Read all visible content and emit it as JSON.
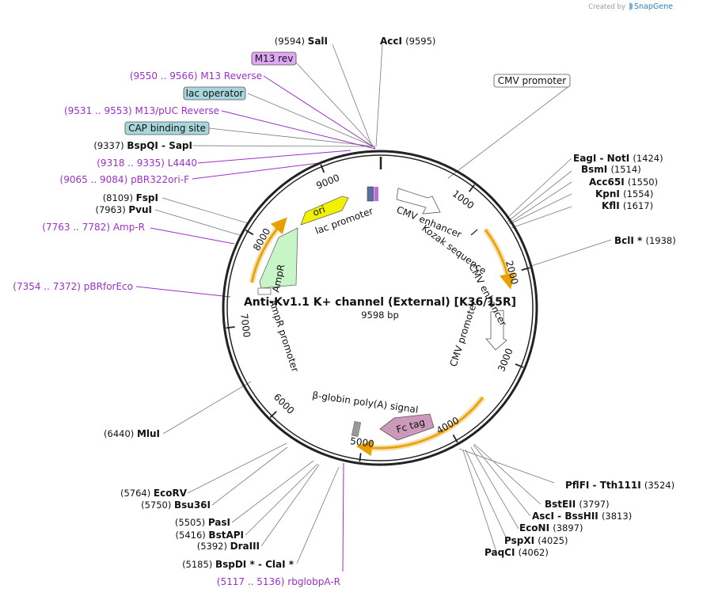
{
  "credit": {
    "prefix": "Created by",
    "brand": "SnapGene"
  },
  "plasmid": {
    "name": "Anti-Kv1.1 K+ channel (External) [K36/15R]",
    "length_label": "9598 bp"
  },
  "ticks": [
    "1000",
    "2000",
    "3000",
    "4000",
    "5000",
    "6000",
    "7000",
    "8000",
    "9000"
  ],
  "boxed_labels": {
    "m13rev": "M13 rev",
    "lac_operator": "lac operator",
    "cap_site": "CAP binding site",
    "cmv_promoter": "CMV promoter"
  },
  "feature_labels": {
    "ori": "ori",
    "lac_promoter": "lac promoter",
    "ampr": "AmpR",
    "ampr_promoter": "AmpR promoter",
    "cmv_enhancer_1": "CMV enhancer",
    "kozak": "Kozak sequence",
    "cmv_enhancer_2": "CMV enhancer",
    "cmv_promoter_inner": "CMV promoter",
    "fc_tag": "Fc tag",
    "globin_polya": "β-globin poly(A) signal"
  },
  "sites": [
    {
      "pos": "(9594)",
      "name": "SalI"
    },
    {
      "pos": "(9595)",
      "name": "AccI"
    },
    {
      "pos": "(9337)",
      "name": "BspQI",
      "name2": "SapI"
    },
    {
      "pos": "(8109)",
      "name": "FspI"
    },
    {
      "pos": "(7963)",
      "name": "PvuI"
    },
    {
      "pos": "(6440)",
      "name": "MluI"
    },
    {
      "pos": "(5764)",
      "name": "EcoRV"
    },
    {
      "pos": "(5750)",
      "name": "Bsu36I"
    },
    {
      "pos": "(5505)",
      "name": "PasI"
    },
    {
      "pos": "(5416)",
      "name": "BstAPI"
    },
    {
      "pos": "(5392)",
      "name": "DraIII"
    },
    {
      "pos": "(5185)",
      "name": "BspDI *",
      "name2": "ClaI *"
    },
    {
      "pos": "(1424)",
      "name": "EagI",
      "name2": "NotI"
    },
    {
      "pos": "(1514)",
      "name": "BsmI"
    },
    {
      "pos": "(1550)",
      "name": "Acc65I"
    },
    {
      "pos": "(1554)",
      "name": "KpnI"
    },
    {
      "pos": "(1617)",
      "name": "KflI"
    },
    {
      "pos": "(1938)",
      "name": "BclI *"
    },
    {
      "pos": "(3524)",
      "name": "PflFI",
      "name2": "Tth111I"
    },
    {
      "pos": "(3797)",
      "name": "BstEII"
    },
    {
      "pos": "(3813)",
      "name": "AscI",
      "name2": "BssHII"
    },
    {
      "pos": "(3897)",
      "name": "EcoNI"
    },
    {
      "pos": "(4025)",
      "name": "PspXI"
    },
    {
      "pos": "(4062)",
      "name": "PaqCI"
    }
  ],
  "primers": [
    {
      "range": "(9550 .. 9566)",
      "name": "M13 Reverse"
    },
    {
      "range": "(9531 .. 9553)",
      "name": "M13/pUC Reverse"
    },
    {
      "range": "(9318 .. 9335)",
      "name": "L4440"
    },
    {
      "range": "(9065 .. 9084)",
      "name": "pBR322ori-F"
    },
    {
      "range": "(7763 .. 7782)",
      "name": "Amp-R"
    },
    {
      "range": "(7354 .. 7372)",
      "name": "pBRforEco"
    },
    {
      "range": "(5117 .. 5136)",
      "name": "rbglobpA-R"
    }
  ],
  "colors": {
    "backbone": "#222222",
    "primer": "#9b30c8",
    "ori": "#f2f200",
    "ampr": "#c8f5c8",
    "fc_tag": "#cc99bb",
    "boxed_lavender": "#e0a8f2",
    "boxed_teal": "#a8d6dc",
    "orf_arrow": "#e8a000",
    "orf_glow": "#f7dca0"
  }
}
